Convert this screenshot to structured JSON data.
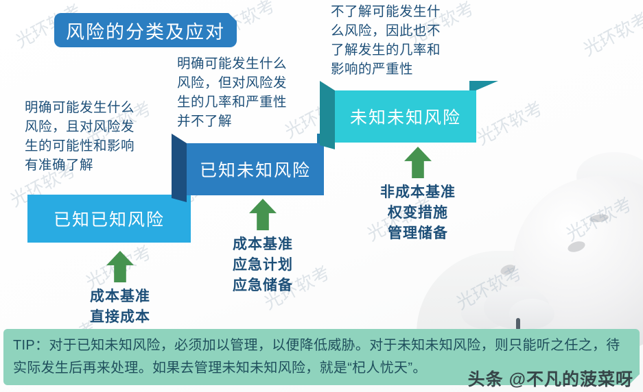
{
  "title": {
    "text": "风险的分类及应对",
    "accent_color": "#2b7ec1"
  },
  "steps": [
    {
      "id": "step-1",
      "label": "已知已知风险",
      "color": "#29abe2",
      "fold_color": "#29abe2",
      "description": "明确可能发生什么\n风险，且对风险发\n生的可能性和影响\n有准确了解",
      "arrow_label": "成本基准\n直接成本"
    },
    {
      "id": "step-2",
      "label": "已知未知风险",
      "color": "#2b7ec1",
      "fold_color": "#1c4f80",
      "description": "明确可能发生什么\n风险，但对风险发\n生的几率和严重性\n并不了解",
      "arrow_label": "成本基准\n应急计划\n应急储备"
    },
    {
      "id": "step-3",
      "label": "未知未知风险",
      "color": "#2ecbd8",
      "fold_color": "#1e8a96",
      "description": "不了解可能发生什\n么风险，因此也不\n了解发生的几率和\n影响的严重性",
      "arrow_label": "非成本基准\n权变措施\n管理储备"
    }
  ],
  "arrow_color": "#46934f",
  "tip": {
    "text": "TIP：对于已知未知风险，必须加以管理，以便降低威胁。对于未知未知风险，则只能听之任之，待实际发生后再来处理。如果去管理未知未知风险，就是“杞人忧天”。",
    "background_color": "#8fd3bd",
    "text_color": "#1f4f5c"
  },
  "watermarks": {
    "tiled_text": "光环软考",
    "bottom_right": "头条 @不凡的菠菜呀"
  }
}
